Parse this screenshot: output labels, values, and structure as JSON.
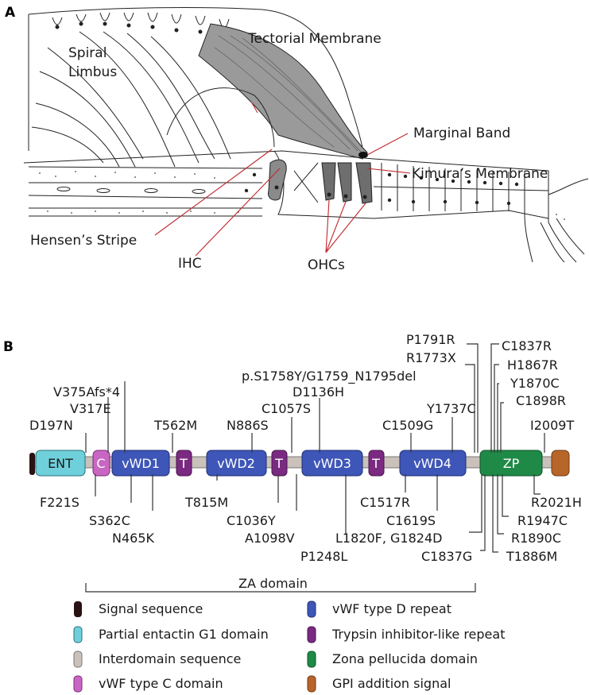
{
  "panel_a": {
    "label": "A",
    "labels": {
      "spiral": "Spiral",
      "limbus": "Limbus",
      "tectorial": "Tectorial Membrane",
      "marginal": "Marginal Band",
      "kimura": "Kimura’s Membrane",
      "hensen": "Hensen’s Stripe",
      "ihc": "IHC",
      "ohcs": "OHCs"
    }
  },
  "panel_b": {
    "label": "B",
    "domain_labels": {
      "ent": "ENT",
      "c": "C",
      "vwd1": "vWD1",
      "t": "T",
      "vwd2": "vWD2",
      "vwd3": "vWD3",
      "vwd4": "vWD4",
      "zp": "ZP"
    },
    "mutations_above": [
      "D197N",
      "V317E",
      "V375Afs*4",
      "T562M",
      "N886S",
      "C1057S",
      "D1136H",
      "p.S1758Y/G1759_N1795del",
      "C1509G",
      "Y1737C",
      "R1773X",
      "P1791R",
      "C1837R",
      "H1867R",
      "Y1870C",
      "C1898R",
      "I2009T"
    ],
    "mutations_below": [
      "F221S",
      "S362C",
      "N465K",
      "T815M",
      "C1036Y",
      "A1098V",
      "P1248L",
      "C1517R",
      "C1619S",
      "L1820F, G1824D",
      "C1837G",
      "T1886M",
      "R1890C",
      "R1947C",
      "R2021H"
    ],
    "za_domain": "ZA domain",
    "legend": {
      "signal": "Signal sequence",
      "entactin": "Partial entactin G1 domain",
      "interdomain": "Interdomain sequence",
      "vwc": "vWF type C domain",
      "vwd": "vWF type D repeat",
      "trypsin": "Trypsin inhibitor-like repeat",
      "zp": "Zona pellucida domain",
      "gpi": "GPI addition signal"
    }
  }
}
